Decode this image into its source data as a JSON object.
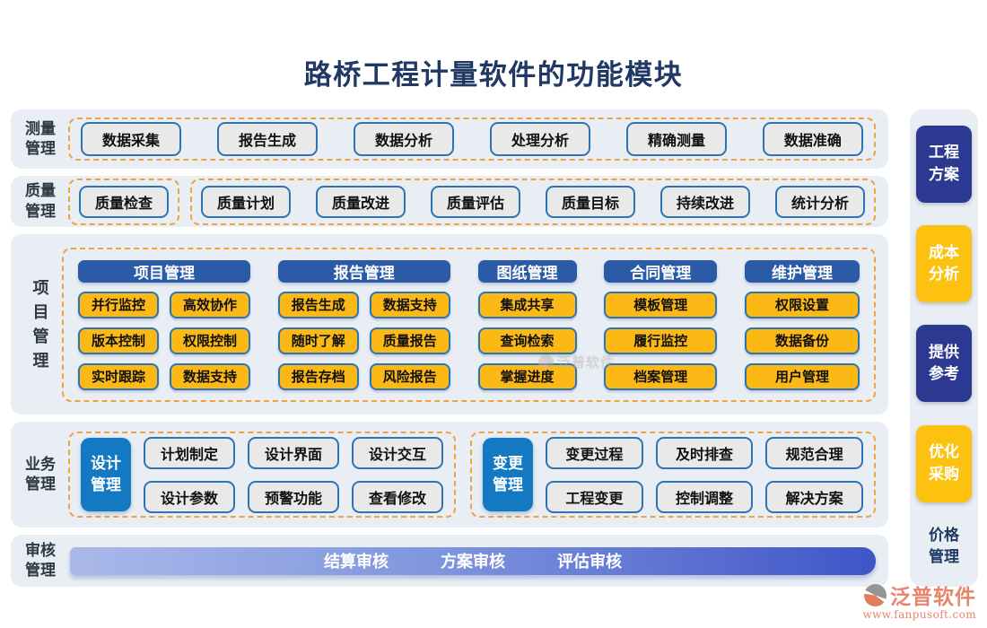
{
  "title": "路桥工程计量软件的功能模块",
  "measure": {
    "label": "测量管理",
    "items": [
      "数据采集",
      "报告生成",
      "数据分析",
      "处理分析",
      "精确测量",
      "数据准确"
    ]
  },
  "quality": {
    "label": "质量管理",
    "standalone": "质量检查",
    "items": [
      "质量计划",
      "质量改进",
      "质量评估",
      "质量目标",
      "持续改进",
      "统计分析"
    ]
  },
  "project": {
    "label": "项目管理",
    "columns": [
      {
        "header": "项目管理",
        "items": [
          "并行监控",
          "高效协作",
          "版本控制",
          "权限控制",
          "实时跟踪",
          "数据支持"
        ]
      },
      {
        "header": "报告管理",
        "items": [
          "报告生成",
          "数据支持",
          "随时了解",
          "质量报告",
          "报告存档",
          "风险报告"
        ]
      },
      {
        "header": "图纸管理",
        "items": [
          "集成共享",
          "查询检索",
          "掌握进度"
        ]
      },
      {
        "header": "合同管理",
        "items": [
          "模板管理",
          "履行监控",
          "档案管理"
        ]
      },
      {
        "header": "维护管理",
        "items": [
          "权限设置",
          "数据备份",
          "用户管理"
        ]
      }
    ]
  },
  "business": {
    "label": "业务管理",
    "groups": [
      {
        "box": "设计管理",
        "items": [
          "计划制定",
          "设计界面",
          "设计交互",
          "设计参数",
          "预警功能",
          "查看修改"
        ]
      },
      {
        "box": "变更管理",
        "items": [
          "变更过程",
          "及时排查",
          "规范合理",
          "工程变更",
          "控制调整",
          "解决方案"
        ]
      }
    ]
  },
  "audit": {
    "label": "审核管理",
    "items": [
      "结算审核",
      "方案审核",
      "评估审核"
    ]
  },
  "sidebar": {
    "items": [
      {
        "label": "工程方案",
        "color": "#2b3990"
      },
      {
        "label": "成本分析",
        "color": "#fdc20f"
      },
      {
        "label": "提供参考",
        "color": "#2b3990"
      },
      {
        "label": "优化采购",
        "color": "#fdc20f"
      },
      {
        "label": "价格管理",
        "color": "none"
      }
    ]
  },
  "watermark": {
    "text": "泛普软件"
  },
  "logo": {
    "name": "泛普软件",
    "url": "www.fanpusoft.com"
  },
  "colors": {
    "title_navy": "#1f3864",
    "row_bg": "#e9eef4",
    "dash_orange": "#f0a23e",
    "button_border_blue": "#2e74b5",
    "button_gray": "#e9e9e9",
    "button_yellow": "#fcb916",
    "header_blue": "#2b5aa7",
    "bright_blue": "#1279c2",
    "sidebar_navy": "#2b3990",
    "sidebar_gold": "#fdc20f",
    "audit_gradient_start": "#aab9e9",
    "audit_gradient_end": "#3f55c8",
    "logo_salmon": "#e8846c"
  }
}
